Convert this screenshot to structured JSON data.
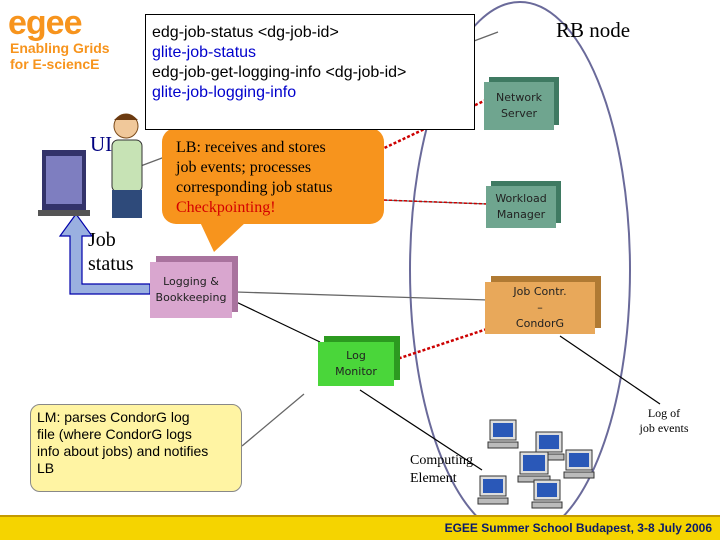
{
  "logo": {
    "word": "egee",
    "tagline_line1": "Enabling Grids",
    "tagline_line2": "for E-sciencE"
  },
  "commands": {
    "line1": "edg-job-status <dg-job-id>",
    "line2": "glite-job-status",
    "line3": "edg-job-get-logging-info <dg-job-id>",
    "line4": "glite-job-logging-info"
  },
  "rb_node_title": "RB node",
  "components": {
    "network_server": [
      "Network",
      "Server"
    ],
    "workload_manager": [
      "Workload",
      "Manager"
    ],
    "job_controller": [
      "Job Contr.",
      "–",
      "CondorG"
    ],
    "logging_bookkeeping": [
      "Logging &",
      "Bookkeeping"
    ],
    "log_monitor": [
      "Log",
      "Monitor"
    ]
  },
  "lb_callout": {
    "line1": "LB: receives and stores",
    "line2": "job events; processes",
    "line3": "corresponding job status",
    "line4": "Checkpointing!"
  },
  "lm_callout": {
    "line1": "LM: parses CondorG log",
    "line2": "file (where CondorG logs",
    "line3": "info about jobs) and notifies",
    "line4": "LB"
  },
  "ui_label": "UI",
  "job_status_label": [
    "Job",
    "status"
  ],
  "log_events_label": [
    "Log of",
    "job events"
  ],
  "computing_element_label": [
    "Computing",
    "Element"
  ],
  "footer_text": "EGEE Summer School Budapest, 3-8 July 2006",
  "colors": {
    "brand_orange": "#f7941d",
    "green_box": "#6fa58f",
    "orange_box": "#e8a85a",
    "pink_box": "#d9a6cf",
    "lime_box": "#4ad63a",
    "footer_yellow": "#f5d400",
    "arrow_red": "#cc0000"
  }
}
